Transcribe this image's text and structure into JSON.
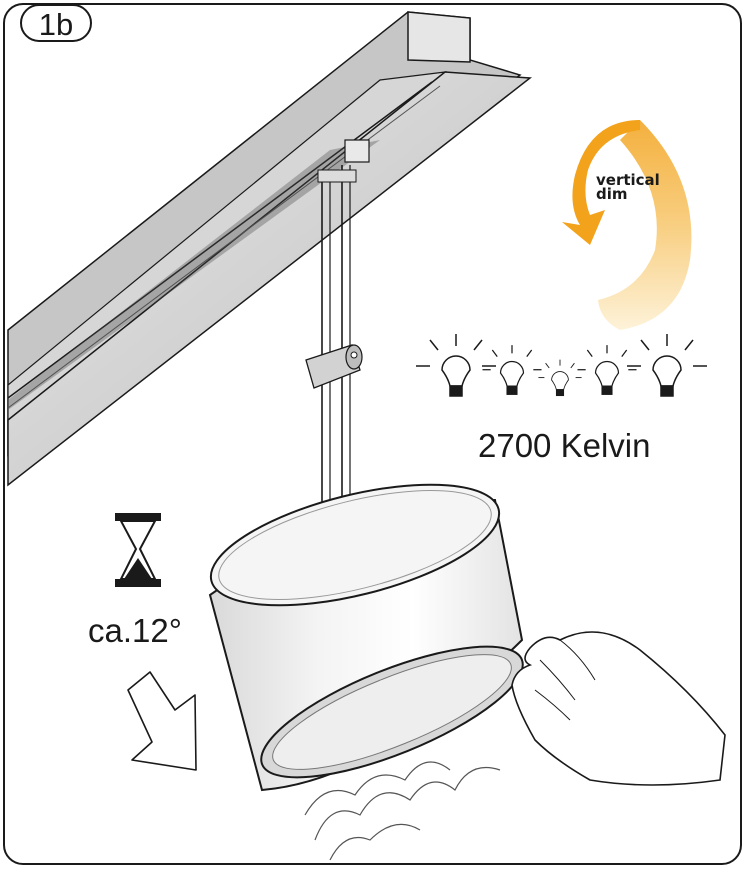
{
  "step": {
    "label": "1b"
  },
  "rotation_hint": {
    "label_line1": "vertical",
    "label_line2": "dim"
  },
  "color_temperature": {
    "label": "2700 Kelvin"
  },
  "tilt": {
    "label": "ca.12°"
  },
  "icons": {
    "hourglass": "hourglass-icon",
    "bulbs": "bulb-icon",
    "arrow": "down-arrow-icon",
    "rotation": "rotation-arrow-icon",
    "hand": "hand-icon",
    "lamp": "pendant-lamp",
    "rail": "ceiling-rail"
  },
  "colors": {
    "rotation_accent": "#f2a21b",
    "line": "#1a1a1a",
    "rail_grey": "#cfcfcf"
  }
}
